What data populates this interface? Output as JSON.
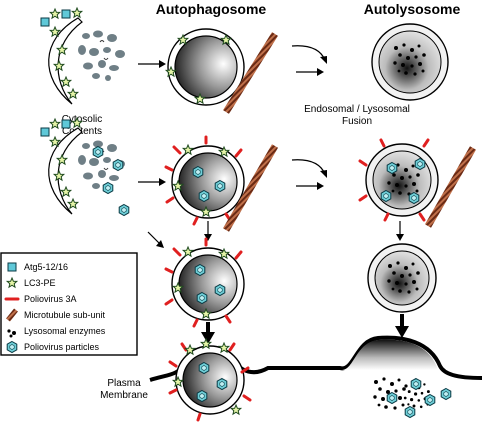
{
  "headers": {
    "autophagosome": "Autophagosome",
    "autolysosome": "Autolysosome"
  },
  "labels": {
    "cytosolic_line1": "Cytosolic",
    "cytosolic_line2": "Contents",
    "fusion_line1": "Endosomal / Lysosomal",
    "fusion_line2": "Fusion",
    "plasma_line1": "Plasma",
    "plasma_line2": "Membrane"
  },
  "legend": {
    "items": [
      {
        "icon": "atg-square-icon",
        "label": "Atg5-12/16"
      },
      {
        "icon": "lc3-star-icon",
        "label": "LC3-PE"
      },
      {
        "icon": "poliovirus-3a-icon",
        "label": "Poliovirus 3A"
      },
      {
        "icon": "microtubule-icon",
        "label": "Microtubule sub-unit"
      },
      {
        "icon": "lysosomal-enzymes-icon",
        "label": "Lysosomal enzymes"
      },
      {
        "icon": "poliovirus-particle-icon",
        "label": "Poliovirus particles"
      }
    ]
  },
  "colors": {
    "atg_square": "#5fc8d8",
    "lc3_star": "#e6f5a8",
    "poliovirus_3a": "#e02020",
    "microtubule": "#8a3a1e",
    "cytosolic_blob": "#6f7f86",
    "particle": "#6fcfd8"
  }
}
